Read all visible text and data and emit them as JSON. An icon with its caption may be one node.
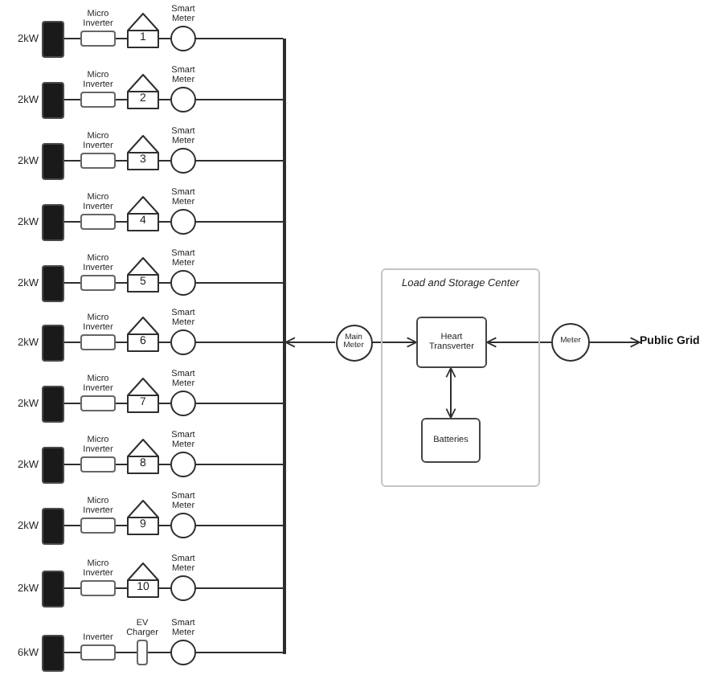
{
  "diagram": {
    "nodes": [
      {
        "text": [],
        "shape": "box",
        "beside": [
          "2kW"
        ]
      },
      {
        "text": [
          "Micro Inverter"
        ]
      },
      {
        "text": [
          "1"
        ]
      },
      {
        "text": [
          "Smart Meter"
        ]
      },
      {
        "text": [],
        "shape": "box",
        "beside": [
          "2kW"
        ]
      },
      {
        "text": [
          "Micro Inverter"
        ]
      },
      {
        "text": [
          "2"
        ]
      },
      {
        "text": [
          "Smart Meter"
        ]
      },
      {
        "text": [],
        "shape": "box",
        "beside": [
          "2kW"
        ]
      },
      {
        "text": [
          "Micro Inverter"
        ]
      },
      {
        "text": [
          "3"
        ]
      },
      {
        "text": [
          "Smart Meter"
        ]
      },
      {
        "text": [],
        "shape": "box",
        "beside": [
          "2kW"
        ]
      },
      {
        "text": [
          "Micro Inverter"
        ]
      },
      {
        "text": [
          "4"
        ]
      },
      {
        "text": [
          "Smart Meter"
        ]
      },
      {
        "text": [],
        "shape": "box",
        "beside": [
          "2kW"
        ]
      },
      {
        "text": [
          "Micro Inverter"
        ]
      },
      {
        "text": [
          "5"
        ]
      },
      {
        "text": [
          "Smart Meter"
        ]
      },
      {
        "text": [],
        "shape": "box",
        "beside": [
          "2kW"
        ]
      },
      {
        "text": [
          "Micro Inverter"
        ]
      },
      {
        "text": [
          "6"
        ]
      },
      {
        "text": [
          "Smart Meter"
        ]
      },
      {
        "text": [],
        "shape": "box",
        "beside": [
          "2kW"
        ]
      },
      {
        "text": [
          "Micro Inverter"
        ]
      },
      {
        "text": [
          "7"
        ]
      },
      {
        "text": [
          "Smart Meter"
        ]
      },
      {
        "text": [],
        "shape": "box",
        "beside": [
          "2kW"
        ]
      },
      {
        "text": [
          "Micro Inverter"
        ]
      },
      {
        "text": [
          "8"
        ]
      },
      {
        "text": [
          "Smart Meter"
        ]
      },
      {
        "text": [],
        "shape": "box",
        "beside": [
          "2kW"
        ]
      },
      {
        "text": [
          "Micro Inverter"
        ]
      },
      {
        "text": [
          "9"
        ]
      },
      {
        "text": [
          "Smart Meter"
        ]
      },
      {
        "text": [],
        "shape": "box",
        "beside": [
          "2kW"
        ]
      },
      {
        "text": [
          "Micro Inverter"
        ]
      },
      {
        "text": [
          "10"
        ]
      },
      {
        "text": [
          "Smart Meter"
        ]
      },
      {
        "text": [],
        "shape": "box",
        "beside": [
          "6kW"
        ]
      },
      {
        "text": [
          "Inverter"
        ]
      },
      {
        "text": [
          "EV Charger"
        ]
      },
      {
        "text": [
          "Smart Meter"
        ]
      },
      {
        "text": [],
        "shape": "bar"
      },
      {
        "text": [
          "Main Meter"
        ]
      },
      {
        "text": [
          "Load and Storage Center"
        ]
      },
      {
        "text": [
          "Heart Transverter"
        ],
        "in": 46
      },
      {
        "text": [
          "Batteries"
        ],
        "in": 46
      },
      {
        "text": [
          "Meter"
        ]
      },
      {
        "text": [
          "Public Grid"
        ]
      }
    ],
    "edges": [
      {
        "from": 0,
        "to": 1,
        "arrow": "none"
      },
      {
        "from": 1,
        "to": 2,
        "arrow": "none"
      },
      {
        "from": 2,
        "to": 3,
        "arrow": "none"
      },
      {
        "from": 4,
        "to": 5,
        "arrow": "none"
      },
      {
        "from": 5,
        "to": 6,
        "arrow": "none"
      },
      {
        "from": 6,
        "to": 7,
        "arrow": "none"
      },
      {
        "from": 8,
        "to": 9,
        "arrow": "none"
      },
      {
        "from": 9,
        "to": 10,
        "arrow": "none"
      },
      {
        "from": 10,
        "to": 11,
        "arrow": "none"
      },
      {
        "from": 12,
        "to": 13,
        "arrow": "none"
      },
      {
        "from": 13,
        "to": 14,
        "arrow": "none"
      },
      {
        "from": 14,
        "to": 15,
        "arrow": "none"
      },
      {
        "from": 16,
        "to": 17,
        "arrow": "none"
      },
      {
        "from": 17,
        "to": 18,
        "arrow": "none"
      },
      {
        "from": 18,
        "to": 19,
        "arrow": "none"
      },
      {
        "from": 20,
        "to": 21,
        "arrow": "none"
      },
      {
        "from": 21,
        "to": 22,
        "arrow": "none"
      },
      {
        "from": 22,
        "to": 23,
        "arrow": "none"
      },
      {
        "from": 24,
        "to": 25,
        "arrow": "none"
      },
      {
        "from": 25,
        "to": 26,
        "arrow": "none"
      },
      {
        "from": 26,
        "to": 27,
        "arrow": "none"
      },
      {
        "from": 28,
        "to": 29,
        "arrow": "none"
      },
      {
        "from": 29,
        "to": 30,
        "arrow": "none"
      },
      {
        "from": 30,
        "to": 31,
        "arrow": "none"
      },
      {
        "from": 32,
        "to": 33,
        "arrow": "none"
      },
      {
        "from": 33,
        "to": 34,
        "arrow": "none"
      },
      {
        "from": 34,
        "to": 35,
        "arrow": "none"
      },
      {
        "from": 36,
        "to": 37,
        "arrow": "none"
      },
      {
        "from": 37,
        "to": 38,
        "arrow": "none"
      },
      {
        "from": 38,
        "to": 39,
        "arrow": "none"
      },
      {
        "from": 40,
        "to": 41,
        "arrow": "none"
      },
      {
        "from": 41,
        "to": 42,
        "arrow": "none"
      },
      {
        "from": 42,
        "to": 43,
        "arrow": "none"
      },
      {
        "from": 3,
        "to": 44,
        "arrow": "none"
      },
      {
        "from": 7,
        "to": 44,
        "arrow": "none"
      },
      {
        "from": 11,
        "to": 44,
        "arrow": "none"
      },
      {
        "from": 15,
        "to": 44,
        "arrow": "none"
      },
      {
        "from": 19,
        "to": 44,
        "arrow": "none"
      },
      {
        "from": 23,
        "to": 44,
        "arrow": "none"
      },
      {
        "from": 27,
        "to": 44,
        "arrow": "none"
      },
      {
        "from": 31,
        "to": 44,
        "arrow": "none"
      },
      {
        "from": 35,
        "to": 44,
        "arrow": "none"
      },
      {
        "from": 39,
        "to": 44,
        "arrow": "none"
      },
      {
        "from": 43,
        "to": 44,
        "arrow": "none"
      },
      {
        "from": 45,
        "to": 44,
        "arrow": "to"
      },
      {
        "from": 45,
        "to": 47,
        "arrow": "to"
      },
      {
        "from": 47,
        "to": 48,
        "arrow": "both"
      },
      {
        "from": 49,
        "to": 47,
        "arrow": "to"
      },
      {
        "from": 49,
        "to": 50,
        "arrow": "to"
      }
    ]
  }
}
